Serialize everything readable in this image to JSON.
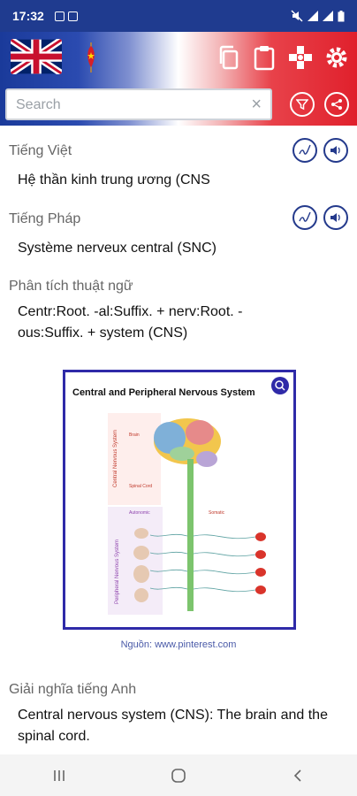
{
  "status": {
    "time": "17:32"
  },
  "search": {
    "placeholder": "Search",
    "clear": "×"
  },
  "sections": [
    {
      "label": "Tiếng Việt",
      "text": "Hệ thần kinh trung ương (CNS"
    },
    {
      "label": "Tiếng Pháp",
      "text": "Système nerveux central (SNC)"
    },
    {
      "label": "Phân tích thuật ngữ",
      "text": "Centr:Root. -al:Suffix. + nerv:Root. -ous:Suffix. + system (CNS)"
    },
    {
      "label": "Giải nghĩa tiếng Anh",
      "text": "Central nervous system (CNS): The brain and the spinal cord."
    }
  ],
  "figure": {
    "title": "Central and Peripheral Nervous System",
    "cns_label": "Central Nervous System",
    "pns_label": "Peripheral Nervous System",
    "brain": "Brain",
    "spinal": "Spinal Cord",
    "autonomic": "Autonomic",
    "somatic": "Somatic",
    "caption": "Nguồn: www.pinterest.com"
  },
  "icons": {
    "copy": "copy-icon",
    "clipboard": "clipboard-icon",
    "game": "game-icon",
    "settings": "gear-icon",
    "filter": "filter-icon",
    "share": "share-icon",
    "speak": "speaker-icon",
    "handwriting": "handwriting-icon"
  },
  "colors": {
    "accent": "#243a8c",
    "blue": "#1a3a9a",
    "red": "#e0202c"
  }
}
